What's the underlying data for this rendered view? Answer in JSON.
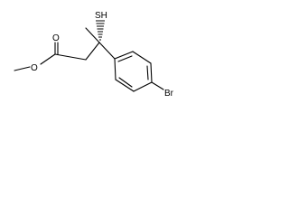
{
  "molecule": {
    "atoms": {
      "methoxy_oxygen": "O",
      "carbonyl_oxygen": "O",
      "thiol": "SH",
      "bromine": "Br"
    }
  }
}
